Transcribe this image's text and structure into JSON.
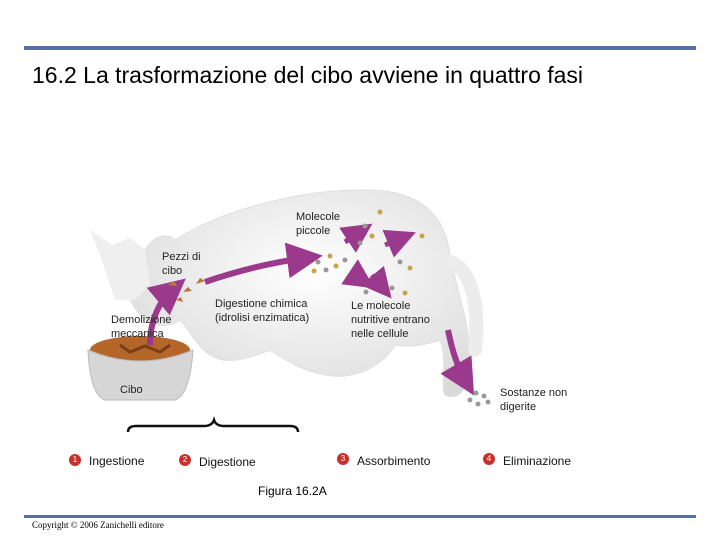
{
  "slide": {
    "title": "16.2 La trasformazione del cibo avviene in quattro fasi",
    "caption": "Figura 16.2A",
    "copyright": "Copyright © 2006 Zanichelli editore"
  },
  "labels": {
    "small_molecules": "Molecole piccole",
    "food_pieces": "Pezzi di cibo",
    "mechanical": "Demolizione meccanica",
    "chemical": "Digestione chimica (idrolisi enzimatica)",
    "nutrients_enter": "Le molecole nutritive entrano nelle cellule",
    "food": "Cibo",
    "undigested": "Sostanze non digerite"
  },
  "stages": [
    {
      "num": "1",
      "label": "Ingestione"
    },
    {
      "num": "2",
      "label": "Digestione"
    },
    {
      "num": "3",
      "label": "Assorbimento"
    },
    {
      "num": "4",
      "label": "Eliminazione"
    }
  ],
  "colors": {
    "accent_rule": "#5a6fa8",
    "arrow": "#9b3a8c",
    "stage_badge": "#c9302c",
    "cat_body": "#f4f4f4",
    "bowl": "#dcdcdc"
  }
}
